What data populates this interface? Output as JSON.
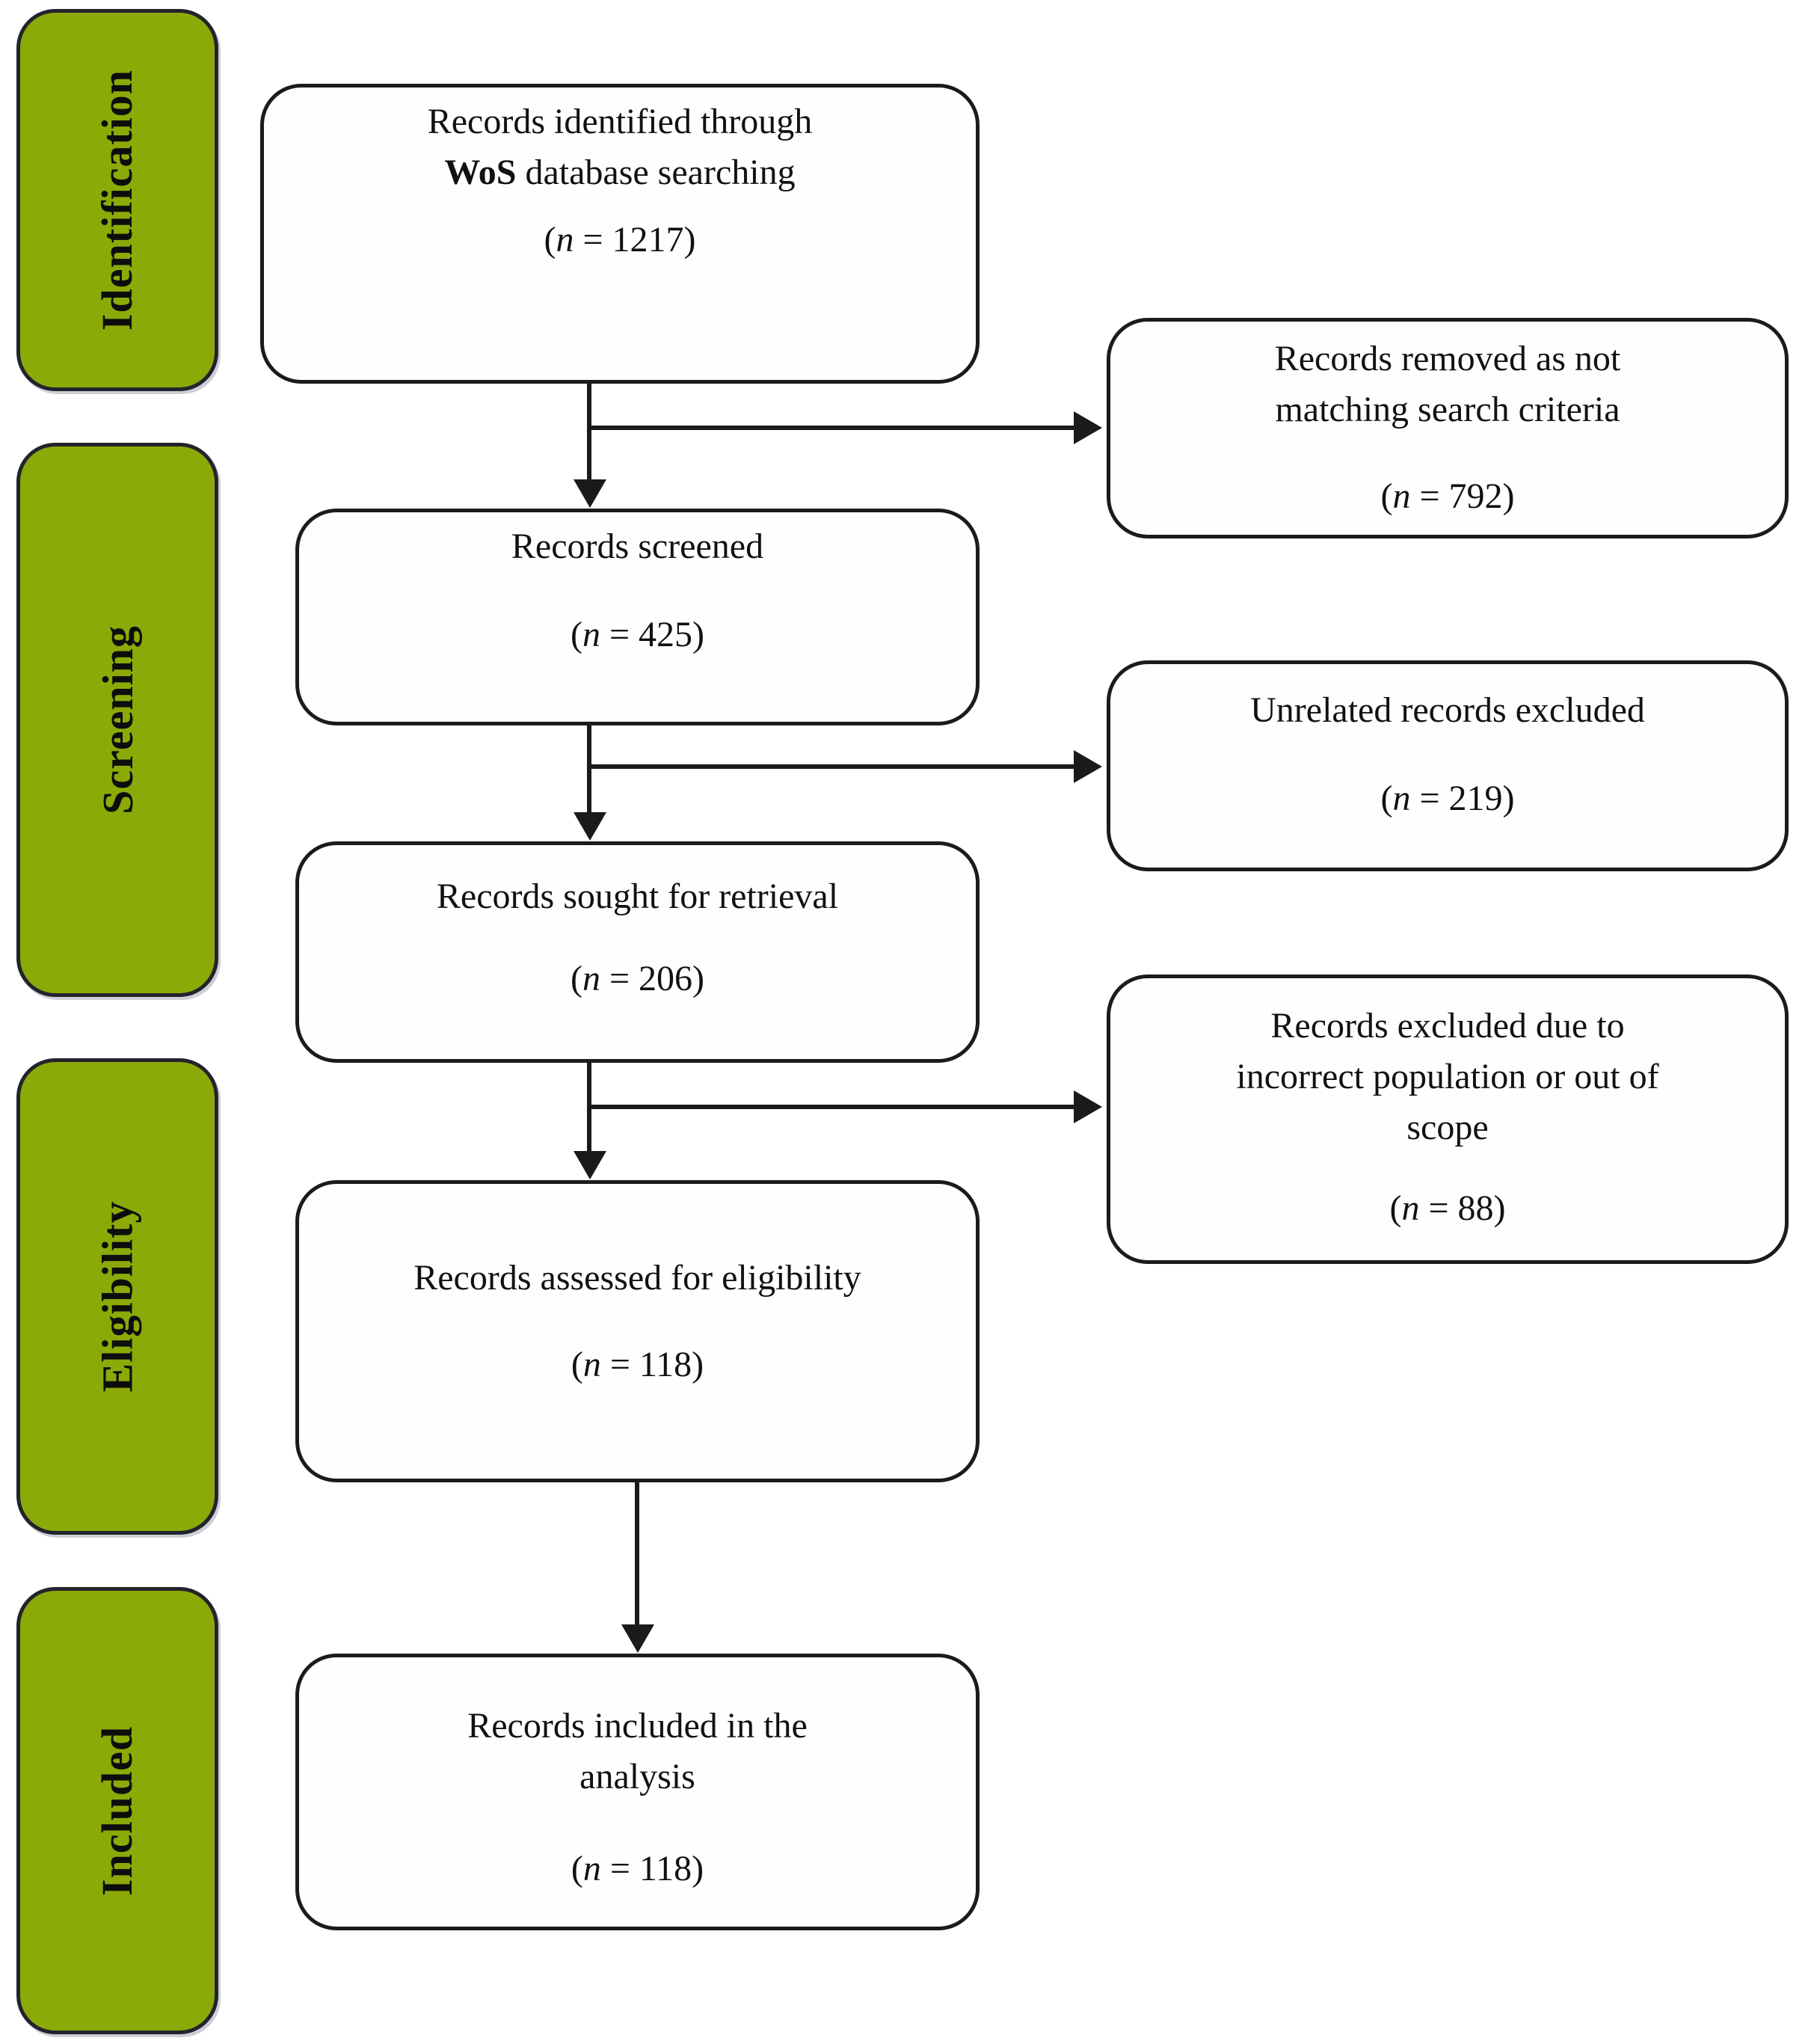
{
  "colors": {
    "stage_fill": "#8BAA08",
    "stage_border": "#23232d",
    "box_border": "#1b1b1b",
    "arrow": "#1a1a1a",
    "background": "#ffffff"
  },
  "stages": [
    {
      "label": "Identification"
    },
    {
      "label": "Screening"
    },
    {
      "label": "Eligibility"
    },
    {
      "label": "Included"
    }
  ],
  "flow_boxes": [
    {
      "line1": "Records identified through",
      "line2_bold": "WoS",
      "line2_rest": " database searching",
      "n_open": "(",
      "n_symbol": "n",
      "n_rest": " = 1217)"
    },
    {
      "label": "Records screened",
      "n_open": "(",
      "n_symbol": "n",
      "n_rest": " = 425)"
    },
    {
      "label": "Records sought for retrieval",
      "n_open": "(",
      "n_symbol": "n",
      "n_rest": " = 206)"
    },
    {
      "label": "Records assessed for eligibility",
      "n_open": "(",
      "n_symbol": "n",
      "n_rest": " = 118)"
    },
    {
      "line1": "Records included in the",
      "line2": "analysis",
      "n_open": "(",
      "n_symbol": "n",
      "n_rest": " = 118)"
    }
  ],
  "exclusion_boxes": [
    {
      "line1": "Records removed as not",
      "line2": "matching search criteria",
      "n_open": "(",
      "n_symbol": "n",
      "n_rest": " = 792)"
    },
    {
      "label": "Unrelated records excluded",
      "n_open": "(",
      "n_symbol": "n",
      "n_rest": " = 219)"
    },
    {
      "line1": "Records excluded due to",
      "line2": "incorrect population or out of",
      "line3": "scope",
      "n_open": "(",
      "n_symbol": "n",
      "n_rest": " = 88)"
    }
  ]
}
